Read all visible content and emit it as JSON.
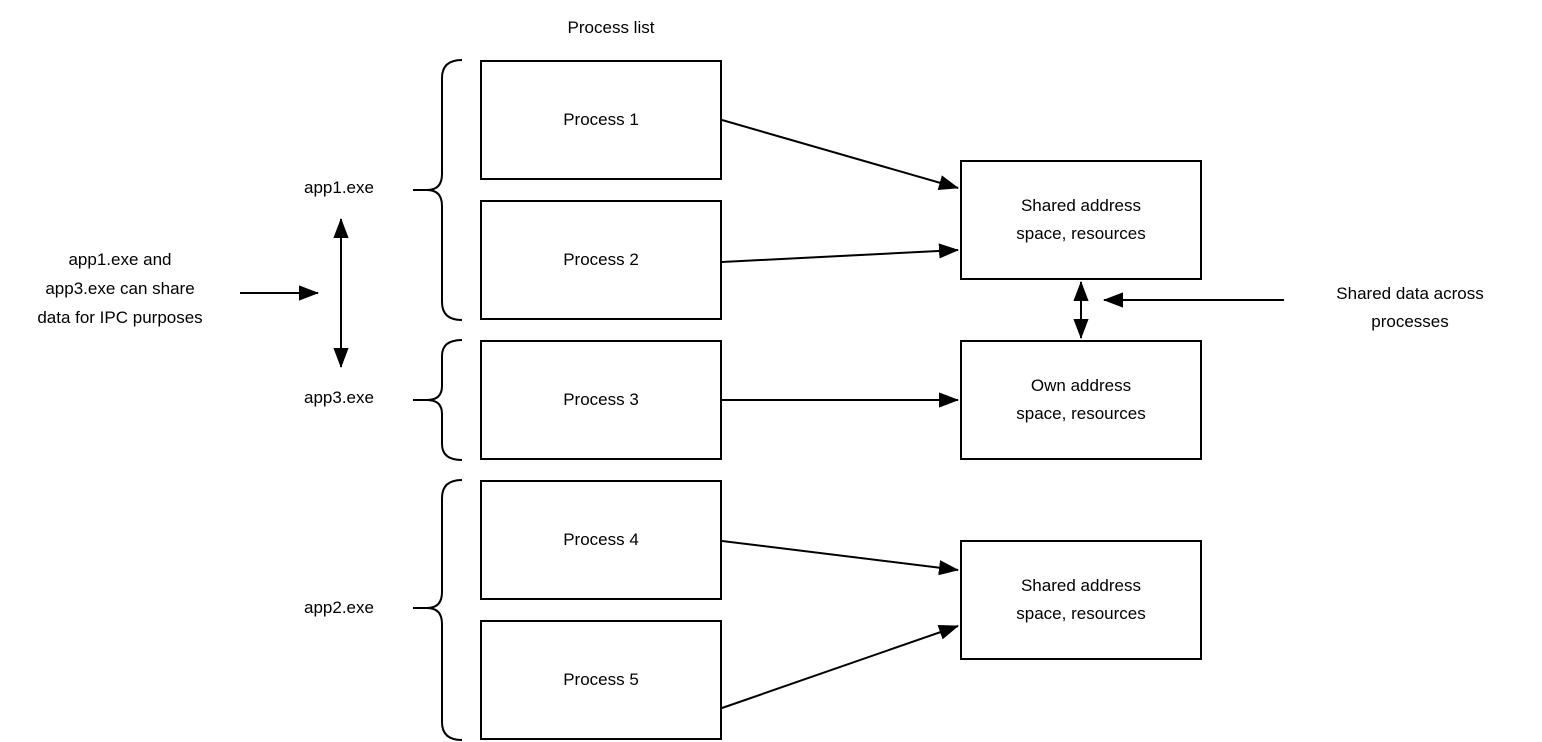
{
  "title": "Process list",
  "process_boxes": [
    {
      "label": "Process 1"
    },
    {
      "label": "Process 2"
    },
    {
      "label": "Process 3"
    },
    {
      "label": "Process 4"
    },
    {
      "label": "Process 5"
    }
  ],
  "app_labels": [
    {
      "label": "app1.exe",
      "groups": [
        "Process 1",
        "Process 2"
      ]
    },
    {
      "label": "app3.exe",
      "groups": [
        "Process 3"
      ]
    },
    {
      "label": "app2.exe",
      "groups": [
        "Process 4",
        "Process 5"
      ]
    }
  ],
  "resource_boxes": [
    {
      "label_lines": [
        "Shared address",
        "space, resources"
      ],
      "fed_by": [
        "Process 1",
        "Process 2"
      ]
    },
    {
      "label_lines": [
        "Own address",
        "space, resources"
      ],
      "fed_by": [
        "Process 3"
      ]
    },
    {
      "label_lines": [
        "Shared address",
        "space, resources"
      ],
      "fed_by": [
        "Process 4",
        "Process 5"
      ]
    }
  ],
  "annotations": {
    "left": {
      "lines": [
        "app1.exe and",
        "app3.exe can share",
        "data for IPC purposes"
      ]
    },
    "right": {
      "lines": [
        "Shared data across",
        "processes"
      ]
    }
  },
  "colors": {
    "stroke": "#000000",
    "fill": "#ffffff",
    "text": "#000000"
  }
}
